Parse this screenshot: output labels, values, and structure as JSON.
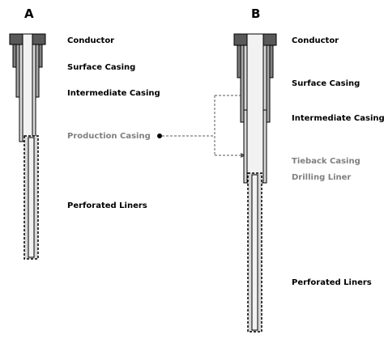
{
  "panels": {
    "a": {
      "letter": "A",
      "labels": {
        "conductor": "Conductor",
        "surface_casing": "Surface Casing",
        "intermediate_casing": "Intermediate Casing",
        "production_casing": "Production Casing",
        "perforated_liners": "Perforated Liners"
      }
    },
    "b": {
      "letter": "B",
      "labels": {
        "conductor": "Conductor",
        "surface_casing": "Surface Casing",
        "intermediate_casing": "Intermediate Casing",
        "tieback_casing": "Tieback Casing",
        "drilling_liner": "Drilling Liner",
        "perforated_liners": "Perforated Liners"
      }
    }
  },
  "colors": {
    "hanger": "#595959",
    "conductor": "#7f7f7f",
    "surface": "#a6a6a6",
    "intermediate": "#d9d9d9",
    "core": "#f2f2f2",
    "highlight_label": "#808080",
    "callout_line": "#595959"
  }
}
